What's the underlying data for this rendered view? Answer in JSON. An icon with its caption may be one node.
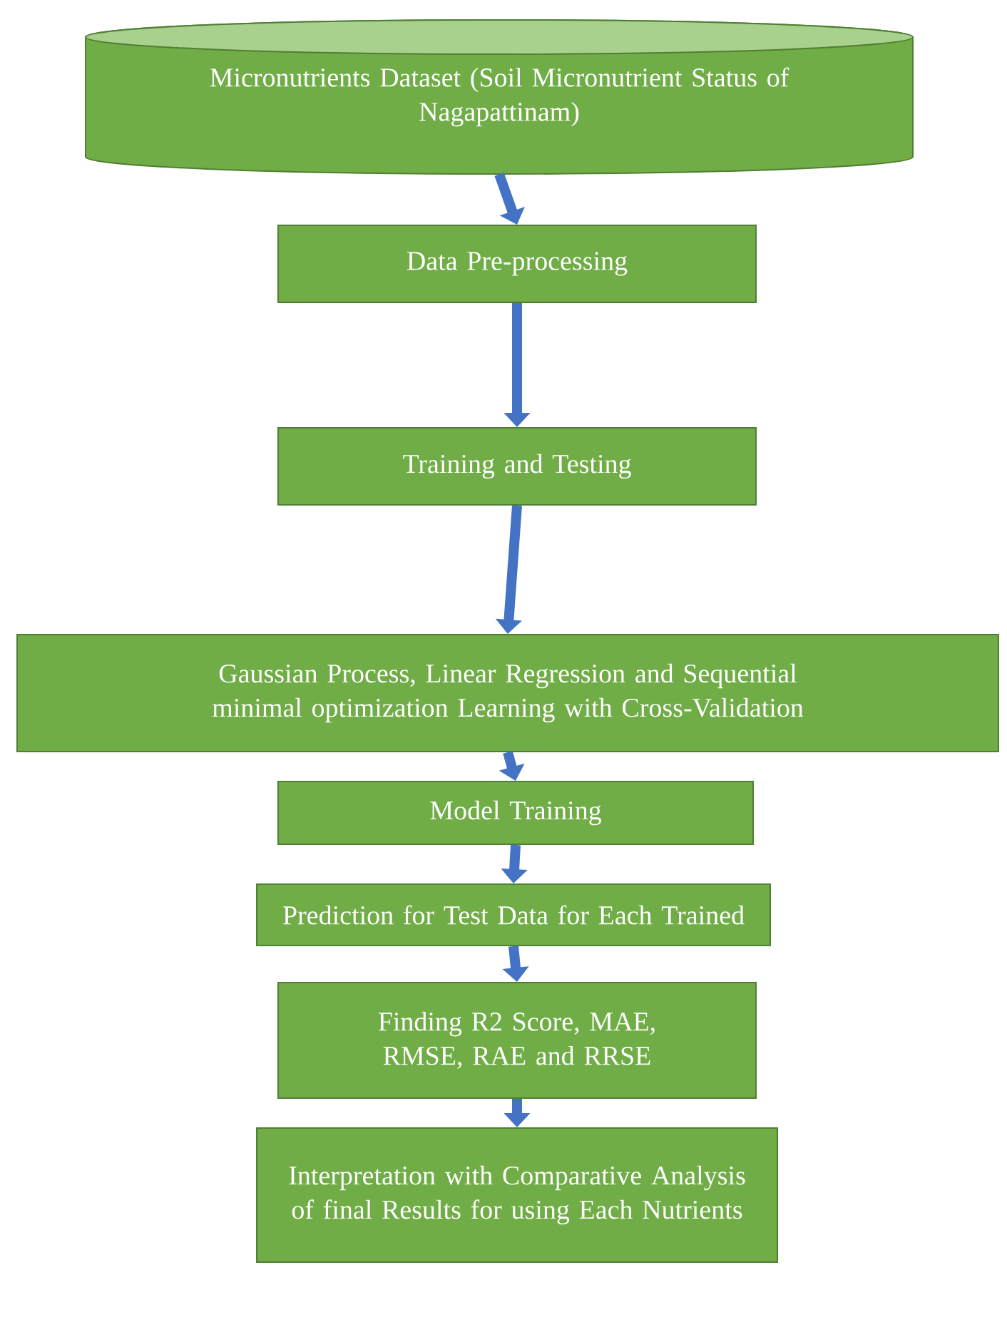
{
  "diagram": {
    "nodes": [
      {
        "text": [
          "Micronutrients Dataset (Soil Micronutrient Status of Nagapattinam)"
        ]
      },
      {
        "text": [
          "Data Pre-processing"
        ]
      },
      {
        "text": [
          "Training and Testing"
        ]
      },
      {
        "text": [
          "Gaussian Process, Linear Regression and Sequential minimal optimization Learning with Cross-Validation"
        ]
      },
      {
        "text": [
          "Model Training"
        ]
      },
      {
        "text": [
          "Prediction for Test Data for Each Trained"
        ]
      },
      {
        "text": [
          "Finding R2 Score, MAE, RMSE, RAE and RRSE"
        ]
      },
      {
        "text": [
          "Interpretation with Comparative Analysis of final Results for using Each Nutrients"
        ]
      }
    ],
    "edges": [
      {
        "from": 0,
        "to": 1,
        "arrow": "to"
      },
      {
        "from": 1,
        "to": 2,
        "arrow": "to"
      },
      {
        "from": 2,
        "to": 3,
        "arrow": "to"
      },
      {
        "from": 3,
        "to": 4,
        "arrow": "to"
      },
      {
        "from": 4,
        "to": 5,
        "arrow": "to"
      },
      {
        "from": 5,
        "to": 6,
        "arrow": "to"
      },
      {
        "from": 6,
        "to": 7,
        "arrow": "to"
      }
    ]
  }
}
